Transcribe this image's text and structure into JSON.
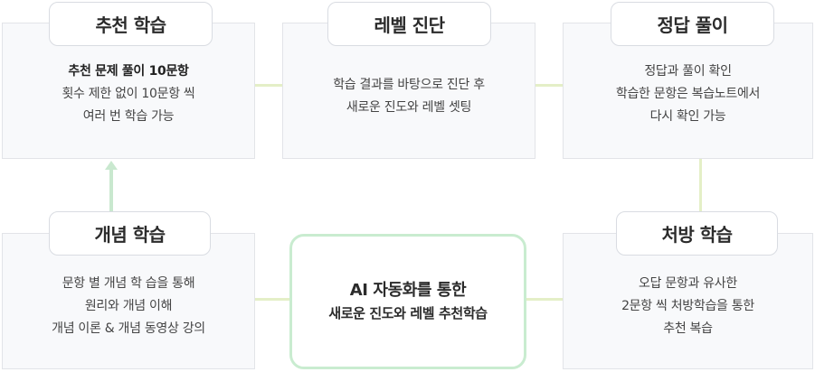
{
  "cards": [
    {
      "id": "recommend",
      "title": "추천 학습",
      "lines": [
        "추천 문제 풀이 10문항",
        "횟수 제한 없이 10문항 씩",
        "여러 번 학습 가능"
      ]
    },
    {
      "id": "level-diagnosis",
      "title": "레벨 진단",
      "lines": [
        "학습 결과를 바탕으로 진단 후",
        "새로운 진도와 레벨 셋팅"
      ]
    },
    {
      "id": "answer-review",
      "title": "정답 풀이",
      "lines": [
        "정답과 풀이 확인",
        "학습한 문항은 복습노트에서",
        "다시 확인 가능"
      ]
    },
    {
      "id": "concept",
      "title": "개념 학습",
      "lines": [
        "문항 별 개념 학 습을 통해",
        "원리와 개념 이해",
        "개념 이론 & 개념 동영상 강의"
      ]
    },
    {
      "id": "prescription",
      "title": "처방 학습",
      "lines": [
        "오답 문항과 유사한",
        "2문항 씩 처방학습을 통한",
        "추천 복습"
      ]
    }
  ],
  "center": {
    "title": "AI 자동화를 통한",
    "subtitle": "새로운 진도와 레벨 추천학습"
  },
  "colors": {
    "connector": "#e4efc7",
    "arrow": "#c9e8cf",
    "center_border": "#c9ecd0",
    "card_bg": "#f8f9fb"
  }
}
